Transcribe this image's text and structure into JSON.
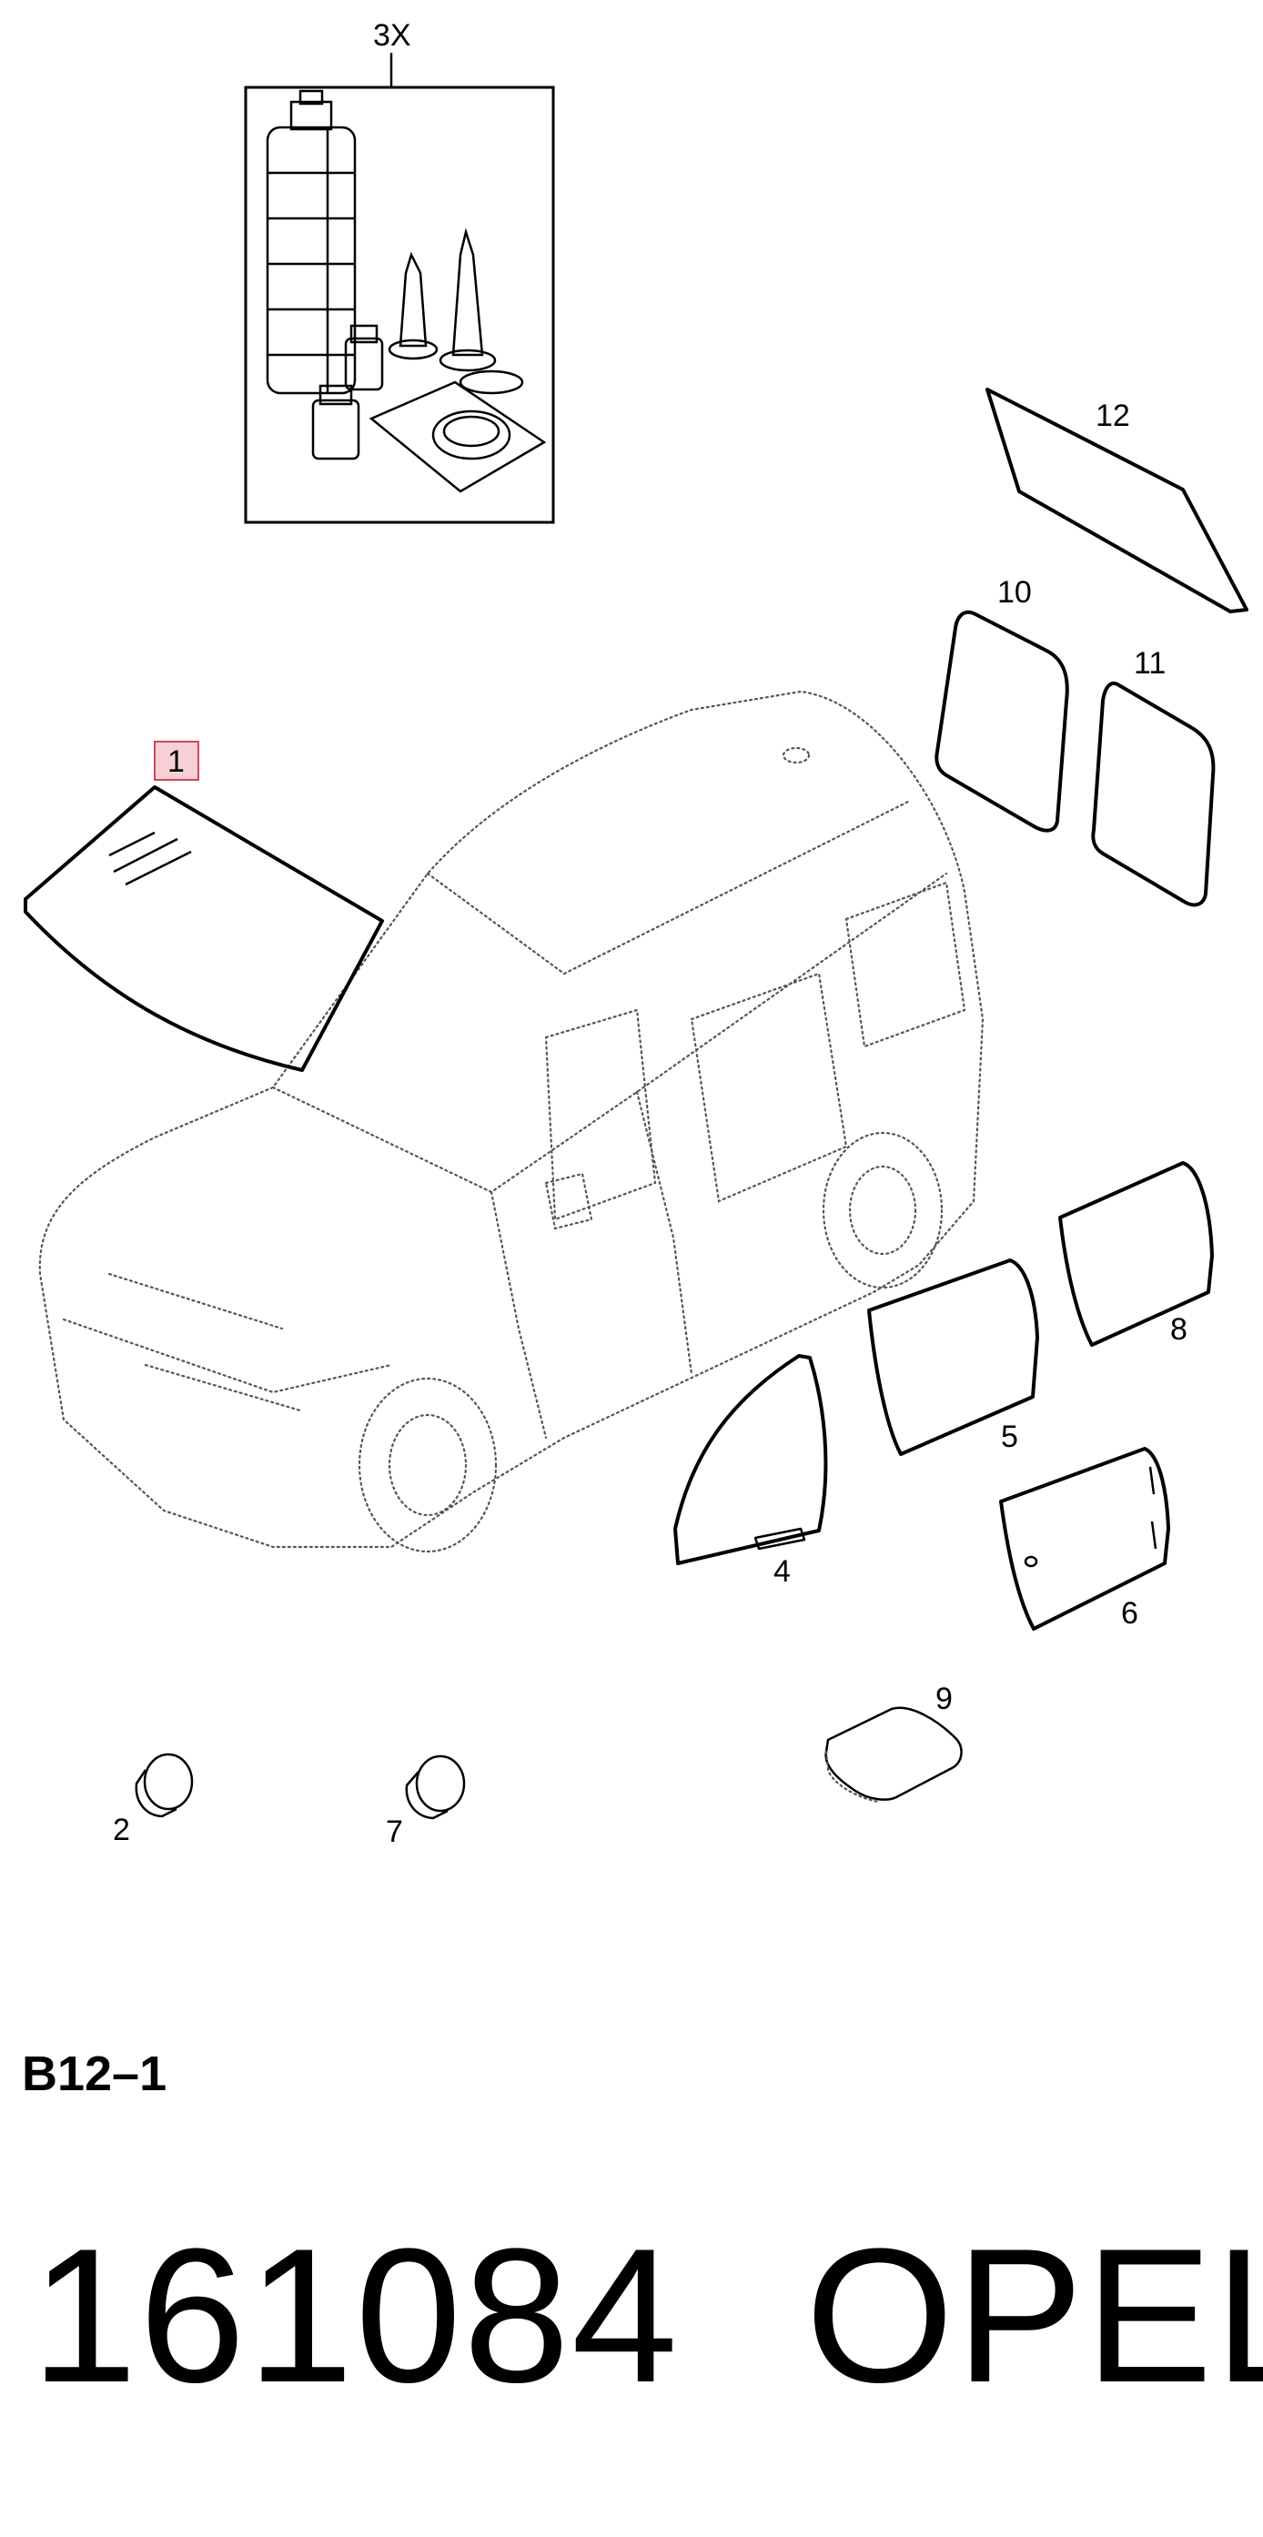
{
  "callouts": {
    "kit_qty": "3X",
    "p1": "1",
    "p2": "2",
    "p4": "4",
    "p5": "5",
    "p6": "6",
    "p7": "7",
    "p8": "8",
    "p9": "9",
    "p10": "10",
    "p11": "11",
    "p12": "12"
  },
  "section_code": "B12–1",
  "footer": {
    "number": "161084",
    "brand": "OPEL"
  },
  "colors": {
    "highlight_fill": "#f7d0d6",
    "highlight_stroke": "#d4455a"
  }
}
